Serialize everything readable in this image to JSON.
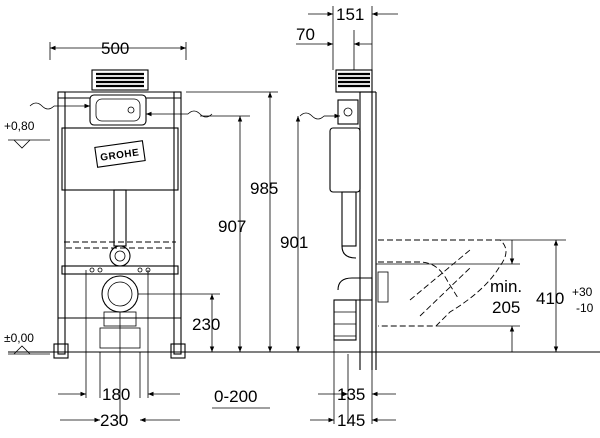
{
  "brand": {
    "logo_text": "GROHE"
  },
  "front_view": {
    "width": "500",
    "height_985": "985",
    "height_907": "907",
    "height_230": "230",
    "spacing_180": "180",
    "spacing_230": "230",
    "adjust_range": "0-200",
    "level_top": "+0,80",
    "level_floor": "±0,00"
  },
  "side_view": {
    "depth_151": "151",
    "depth_70": "70",
    "height_901": "901",
    "depth_135": "135",
    "depth_145": "145",
    "min_label": "min.",
    "min_value": "205",
    "seat_height": "410",
    "tolerance_plus": "+30",
    "tolerance_minus": "-10"
  }
}
